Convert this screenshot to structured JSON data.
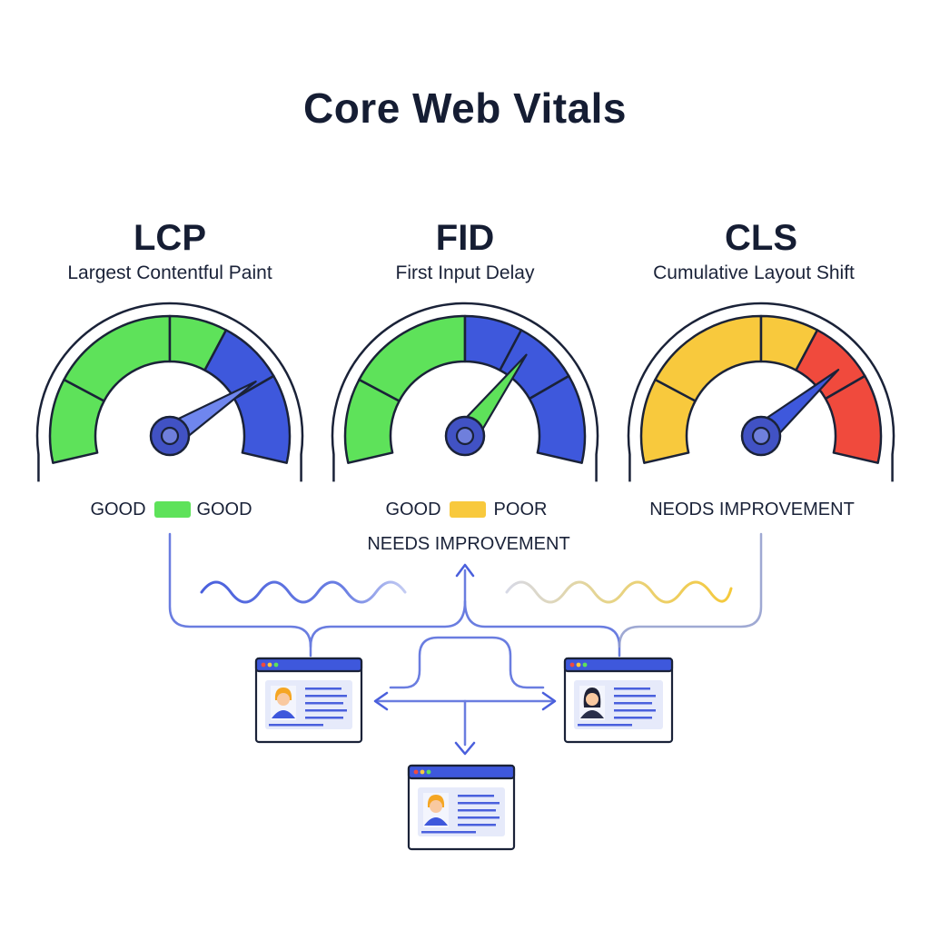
{
  "title": "Core Web Vitals",
  "colors": {
    "green": "#5ee25a",
    "blue": "#3e58dc",
    "yellow": "#f8c93d",
    "red": "#f04a3d",
    "hub": "#4152c4",
    "outline": "#1a2238",
    "connector": "#6a7de0"
  },
  "gauges": [
    {
      "abbr": "LCP",
      "full_name": "Largest Contentful Paint",
      "legend": {
        "left_label": "GOOD",
        "swatch_color": "#5ee25a",
        "right_label": "GOOD"
      },
      "needle_color": "#6f86ee",
      "needle_value": 0.78
    },
    {
      "abbr": "FID",
      "full_name": "First Input Delay",
      "legend": {
        "left_label": "GOOD",
        "swatch_color": "#f8c93d",
        "right_label": "POOR"
      },
      "status_below": "NEEDS IMPROVEMENT",
      "needle_color": "#5ee25a",
      "needle_value": 0.68
    },
    {
      "abbr": "CLS",
      "full_name": "Cumulative Layout Shift",
      "legend": {
        "status_label": "NEODS IMPROVEMENT"
      },
      "needle_color": "#3e58dc",
      "needle_value": 0.74
    }
  ],
  "pages": [
    {
      "name": "page-card-left",
      "avatar": "person-icon"
    },
    {
      "name": "page-card-right",
      "avatar": "person-icon"
    },
    {
      "name": "page-card-bottom",
      "avatar": "person-icon"
    }
  ]
}
